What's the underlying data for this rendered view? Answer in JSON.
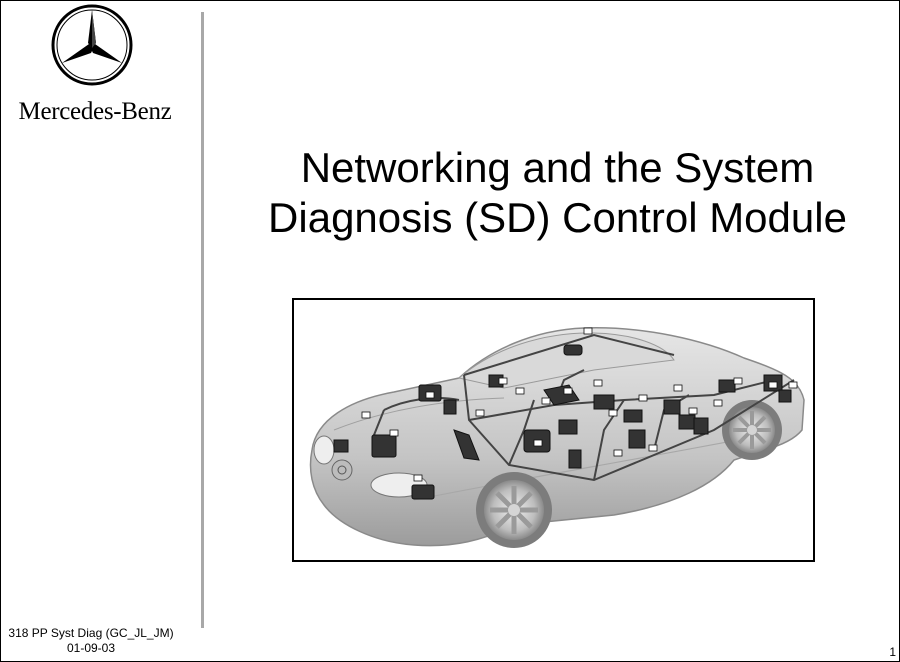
{
  "brand": {
    "name": "Mercedes-Benz",
    "logo_icon": "three-pointed-star-icon"
  },
  "slide": {
    "title_line_1": "Networking and the System",
    "title_line_2": "Diagnosis (SD) Control Module",
    "image_icon": "vehicle-network-diagram-icon"
  },
  "footer": {
    "course": "318 PP Syst Diag (GC_JL_JM)",
    "date": "01-09-03",
    "page_number": "1"
  },
  "colors": {
    "divider": "#a8a8a8",
    "car_body": "#c9c9c9",
    "module": "#333333"
  }
}
